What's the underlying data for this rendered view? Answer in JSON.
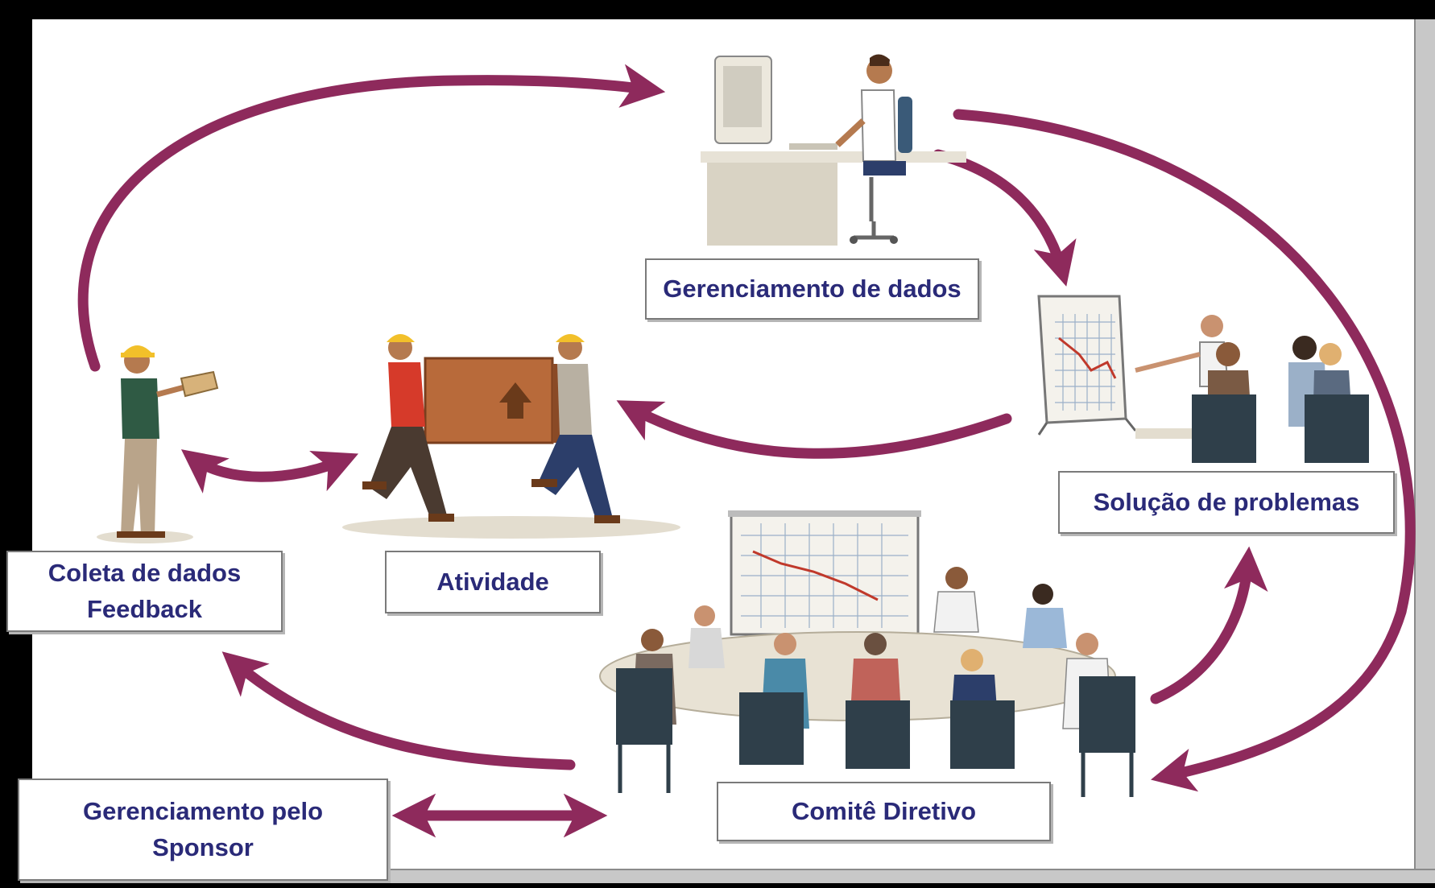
{
  "labels": {
    "gerenciamento_dados": "Gerenciamento de dados",
    "solucao_problemas": "Solução de problemas",
    "coleta_line1": "Coleta de dados",
    "coleta_line2": "Feedback",
    "atividade": "Atividade",
    "sponsor_line1": "Gerenciamento pelo",
    "sponsor_line2": "Sponsor",
    "comite": "Comitê Diretivo"
  },
  "colors": {
    "arrow": "#8e2a5c",
    "label_text": "#2a2a78",
    "box_border": "#7a7a7a"
  },
  "icons": [
    "computer-operator-illustration",
    "presentation-illustration",
    "worker-clipboard-illustration",
    "workers-carrying-box-illustration",
    "committee-meeting-illustration"
  ]
}
